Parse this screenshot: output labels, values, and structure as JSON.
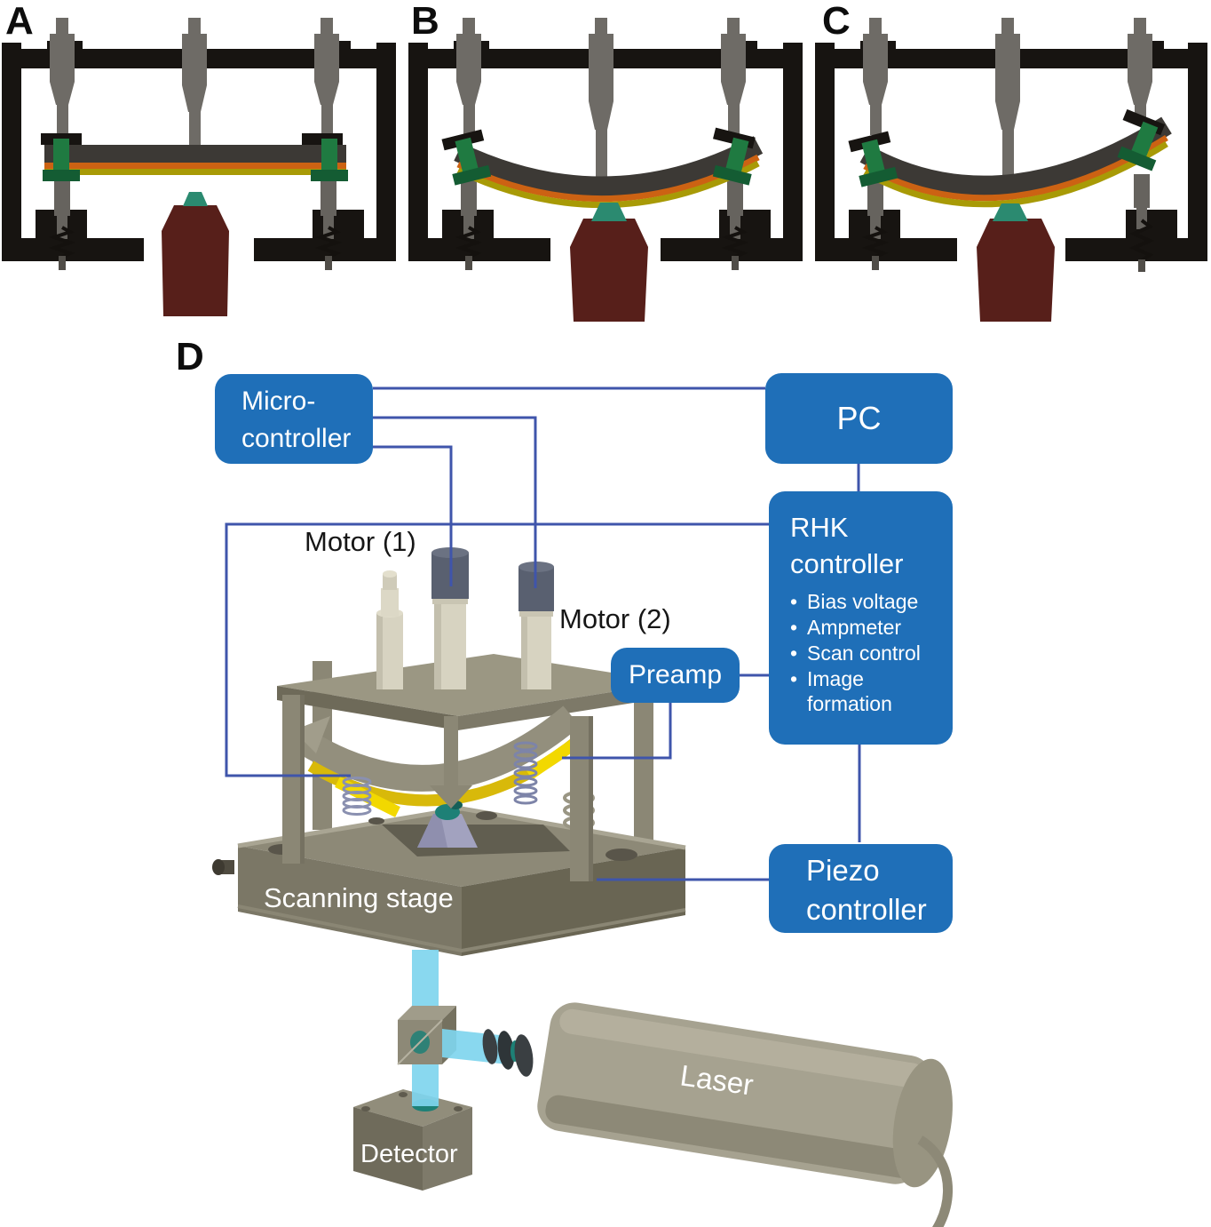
{
  "figure": {
    "panel_labels": {
      "a": "A",
      "b": "B",
      "c": "C",
      "d": "D"
    }
  },
  "schematic_colors": {
    "frame_black": "#171411",
    "plunger_gray": "#6e6b66",
    "sample_bar": "#3c3935",
    "sample_orange": "#cc6213",
    "sample_yellow": "#a89a06",
    "clamp_green": "#1f7a41",
    "tip_teal": "#2b8a70",
    "cone_maroon": "#571f1a"
  },
  "diagram": {
    "accent_blue": "#1f6fb8",
    "line_blue": "#3f55ab",
    "beam_blue": "#7fd5ee",
    "bullet_char": "•",
    "boxes": {
      "micro_controller": {
        "line1": "Micro-",
        "line2": "controller"
      },
      "pc": {
        "label": "PC"
      },
      "rhk_controller": {
        "line1": "RHK",
        "line2": "controller",
        "bullets": [
          "Bias voltage",
          "Ampmeter",
          "Scan control",
          "Image formation"
        ]
      },
      "preamp": {
        "label": "Preamp"
      },
      "piezo_controller": {
        "line1": "Piezo",
        "line2": "controller"
      }
    },
    "labels": {
      "motor1": "Motor (1)",
      "motor2": "Motor (2)",
      "scanning_stage": "Scanning stage",
      "laser": "Laser",
      "detector": "Detector"
    }
  }
}
